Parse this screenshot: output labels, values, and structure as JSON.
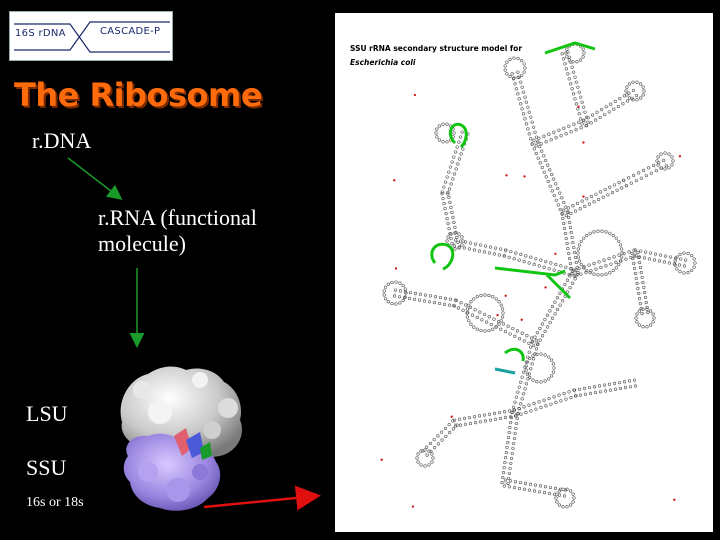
{
  "logo": {
    "left_text": "16S rDNA",
    "right_text": "CASCADE-P"
  },
  "slide_title": "The Ribosome",
  "labels": {
    "rdna": "r.DNA",
    "rrna_line1": "r.RNA (functional",
    "rrna_line2": "molecule)",
    "lsu": "LSU",
    "ssu": "SSU",
    "svalue": "16s or 18s"
  },
  "structure_model": {
    "header_line1": "SSU rRNA secondary structure model for",
    "header_line2": "Escherichia coli"
  },
  "colors": {
    "title": "#ff6a0a",
    "arrow_green": "#1a9a2a",
    "arrow_red": "#e01010",
    "highlight_green": "#12c412"
  }
}
